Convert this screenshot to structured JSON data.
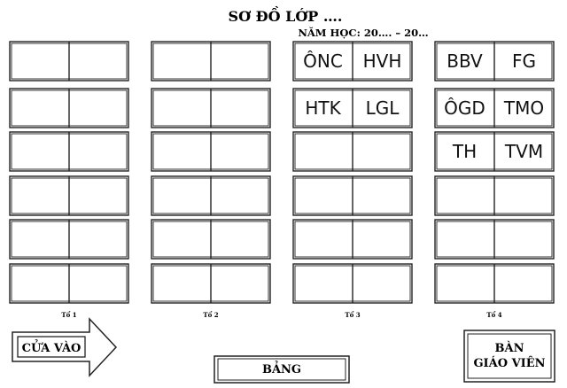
{
  "header": {
    "title": "SƠ ĐỒ LỚP ….",
    "school_year": "NĂM HỌC: 20…. – 20…"
  },
  "groups": [
    {
      "label": "Tổ 1",
      "desks": [
        [
          "",
          ""
        ],
        [
          "",
          ""
        ],
        [
          "",
          ""
        ],
        [
          "",
          ""
        ],
        [
          "",
          ""
        ],
        [
          "",
          ""
        ]
      ]
    },
    {
      "label": "Tổ 2",
      "desks": [
        [
          "",
          ""
        ],
        [
          "",
          ""
        ],
        [
          "",
          ""
        ],
        [
          "",
          ""
        ],
        [
          "",
          ""
        ],
        [
          "",
          ""
        ]
      ]
    },
    {
      "label": "Tổ 3",
      "desks": [
        [
          "ÔNC",
          "HVH"
        ],
        [
          "HTK",
          "LGL"
        ],
        [
          "",
          ""
        ],
        [
          "",
          ""
        ],
        [
          "",
          ""
        ],
        [
          "",
          ""
        ]
      ]
    },
    {
      "label": "Tổ 4",
      "desks": [
        [
          "BBV",
          "FG"
        ],
        [
          "ÔGD",
          "TMO"
        ],
        [
          "TH",
          "TVM"
        ],
        [
          "",
          ""
        ],
        [
          "",
          ""
        ],
        [
          "",
          ""
        ]
      ]
    }
  ],
  "door": {
    "label": "CỬA VÀO"
  },
  "board": {
    "label": "BẢNG"
  },
  "teacher_desk": {
    "line1": "BÀN",
    "line2": "GIÁO VIÊN"
  }
}
